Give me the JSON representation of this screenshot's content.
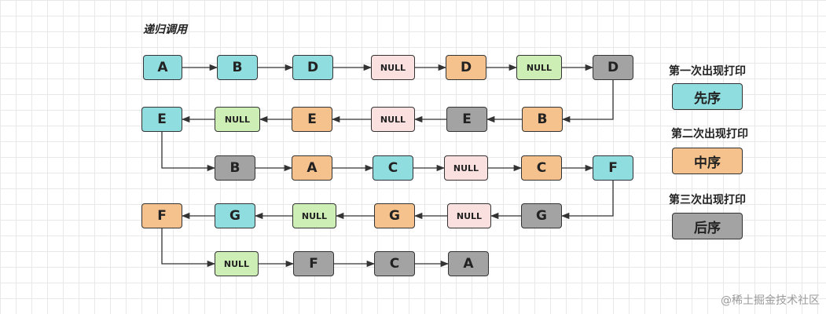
{
  "title": "递归调用",
  "nodes": [
    {
      "id": "n1",
      "label": "A",
      "color": "teal"
    },
    {
      "id": "n2",
      "label": "B",
      "color": "teal"
    },
    {
      "id": "n3",
      "label": "D",
      "color": "teal"
    },
    {
      "id": "n4",
      "label": "NULL",
      "color": "pink"
    },
    {
      "id": "n5",
      "label": "D",
      "color": "orange"
    },
    {
      "id": "n6",
      "label": "NULL",
      "color": "green"
    },
    {
      "id": "n7",
      "label": "D",
      "color": "gray"
    },
    {
      "id": "n8",
      "label": "B",
      "color": "orange"
    },
    {
      "id": "n9",
      "label": "E",
      "color": "gray"
    },
    {
      "id": "n10",
      "label": "NULL",
      "color": "pink"
    },
    {
      "id": "n11",
      "label": "E",
      "color": "orange"
    },
    {
      "id": "n12",
      "label": "NULL",
      "color": "green"
    },
    {
      "id": "n13",
      "label": "E",
      "color": "teal"
    },
    {
      "id": "n14",
      "label": "B",
      "color": "gray"
    },
    {
      "id": "n15",
      "label": "A",
      "color": "orange"
    },
    {
      "id": "n16",
      "label": "C",
      "color": "teal"
    },
    {
      "id": "n17",
      "label": "NULL",
      "color": "pink"
    },
    {
      "id": "n18",
      "label": "C",
      "color": "orange"
    },
    {
      "id": "n19",
      "label": "F",
      "color": "teal"
    },
    {
      "id": "n20",
      "label": "G",
      "color": "gray"
    },
    {
      "id": "n21",
      "label": "NULL",
      "color": "pink"
    },
    {
      "id": "n22",
      "label": "G",
      "color": "orange"
    },
    {
      "id": "n23",
      "label": "NULL",
      "color": "green"
    },
    {
      "id": "n24",
      "label": "G",
      "color": "teal"
    },
    {
      "id": "n25",
      "label": "F",
      "color": "orange"
    },
    {
      "id": "n26",
      "label": "NULL",
      "color": "green"
    },
    {
      "id": "n27",
      "label": "F",
      "color": "gray"
    },
    {
      "id": "n28",
      "label": "C",
      "color": "gray"
    },
    {
      "id": "n29",
      "label": "A",
      "color": "gray"
    }
  ],
  "edges": [
    [
      "n1",
      "n2"
    ],
    [
      "n2",
      "n3"
    ],
    [
      "n3",
      "n4"
    ],
    [
      "n4",
      "n5"
    ],
    [
      "n5",
      "n6"
    ],
    [
      "n6",
      "n7"
    ],
    [
      "n7",
      "n8"
    ],
    [
      "n8",
      "n9"
    ],
    [
      "n9",
      "n10"
    ],
    [
      "n10",
      "n11"
    ],
    [
      "n11",
      "n12"
    ],
    [
      "n12",
      "n13"
    ],
    [
      "n13",
      "n14"
    ],
    [
      "n14",
      "n15"
    ],
    [
      "n15",
      "n16"
    ],
    [
      "n16",
      "n17"
    ],
    [
      "n17",
      "n18"
    ],
    [
      "n18",
      "n19"
    ],
    [
      "n19",
      "n20"
    ],
    [
      "n20",
      "n21"
    ],
    [
      "n21",
      "n22"
    ],
    [
      "n22",
      "n23"
    ],
    [
      "n23",
      "n24"
    ],
    [
      "n24",
      "n25"
    ],
    [
      "n25",
      "n26"
    ],
    [
      "n26",
      "n27"
    ],
    [
      "n27",
      "n28"
    ],
    [
      "n28",
      "n29"
    ]
  ],
  "legend": [
    {
      "caption": "第一次出现打印",
      "box_label": "先序",
      "color": "teal"
    },
    {
      "caption": "第二次出现打印",
      "box_label": "中序",
      "color": "orange"
    },
    {
      "caption": "第三次出现打印",
      "box_label": "后序",
      "color": "gray"
    }
  ],
  "colors": {
    "teal": "#8fdddf",
    "orange": "#f5c18c",
    "gray": "#a3a3a3",
    "pink": "#fbe0e0",
    "green": "#cdeeb4",
    "line": "#333333"
  },
  "watermark": "@稀土掘金技术社区"
}
